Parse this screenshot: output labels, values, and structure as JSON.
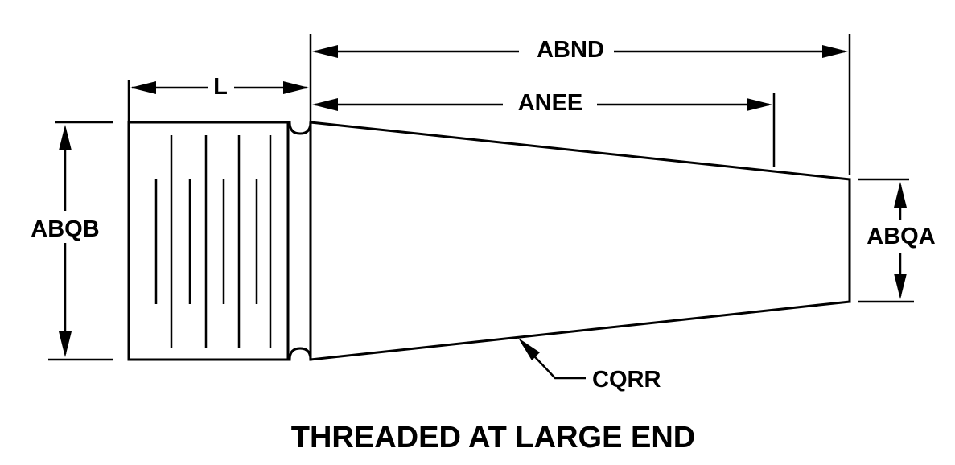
{
  "labels": {
    "abnd": "ABND",
    "anee": "ANEE",
    "l": "L",
    "abqb": "ABQB",
    "abqa": "ABQA",
    "cqrr": "CQRR"
  },
  "caption": "THREADED AT LARGE END"
}
